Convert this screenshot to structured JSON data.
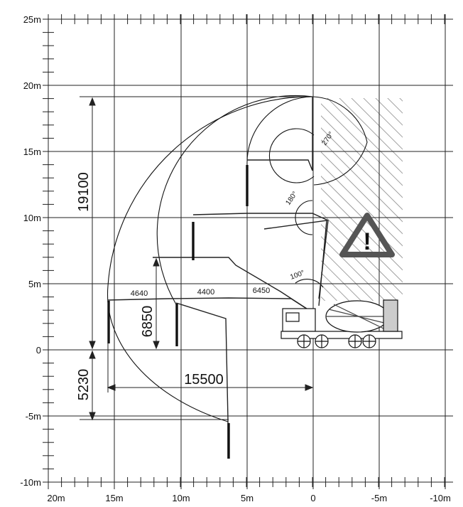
{
  "axes": {
    "y_ticks": [
      "25m",
      "20m",
      "15m",
      "10m",
      "5m",
      "0",
      "-5m",
      "-10m"
    ],
    "x_ticks": [
      "20m",
      "15m",
      "10m",
      "5m",
      "0",
      "-5m",
      "-10m"
    ]
  },
  "dimensions": {
    "total_height": "19100",
    "below_ground": "5230",
    "section_height": "6850",
    "max_reach": "15500"
  },
  "boom_sections": [
    "4640",
    "4400",
    "6450"
  ],
  "angles": [
    "270°",
    "180°",
    "100°"
  ],
  "warning": {
    "symbol": "!",
    "icon": "warning-triangle-icon",
    "color": "#555555"
  }
}
